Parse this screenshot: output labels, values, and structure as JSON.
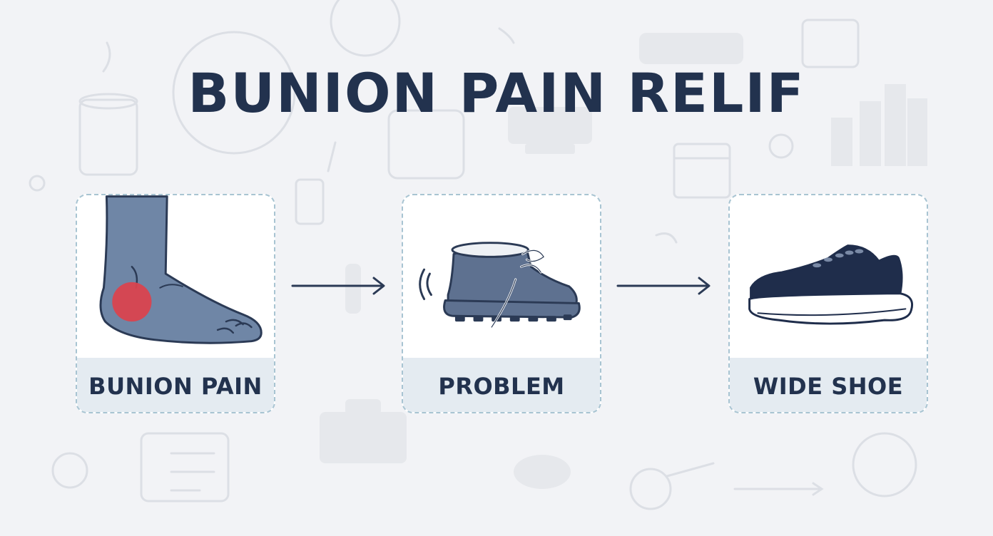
{
  "title": "BUNION PAIN RELIF",
  "steps": [
    {
      "label": "BUNION PAIN",
      "icon": "foot-with-bunion-icon"
    },
    {
      "label": "PROBLEM",
      "icon": "narrow-boot-icon"
    },
    {
      "label": "WIDE SHOE",
      "icon": "sneaker-icon"
    }
  ],
  "colors": {
    "background": "#f2f3f6",
    "title": "#22324e",
    "card_border": "#a8c4d2",
    "label_band": "#e4ebf1",
    "foot": "#6f86a6",
    "bunion": "#d9434e",
    "boot": "#5e7190",
    "sneaker": "#1f2d4b"
  }
}
